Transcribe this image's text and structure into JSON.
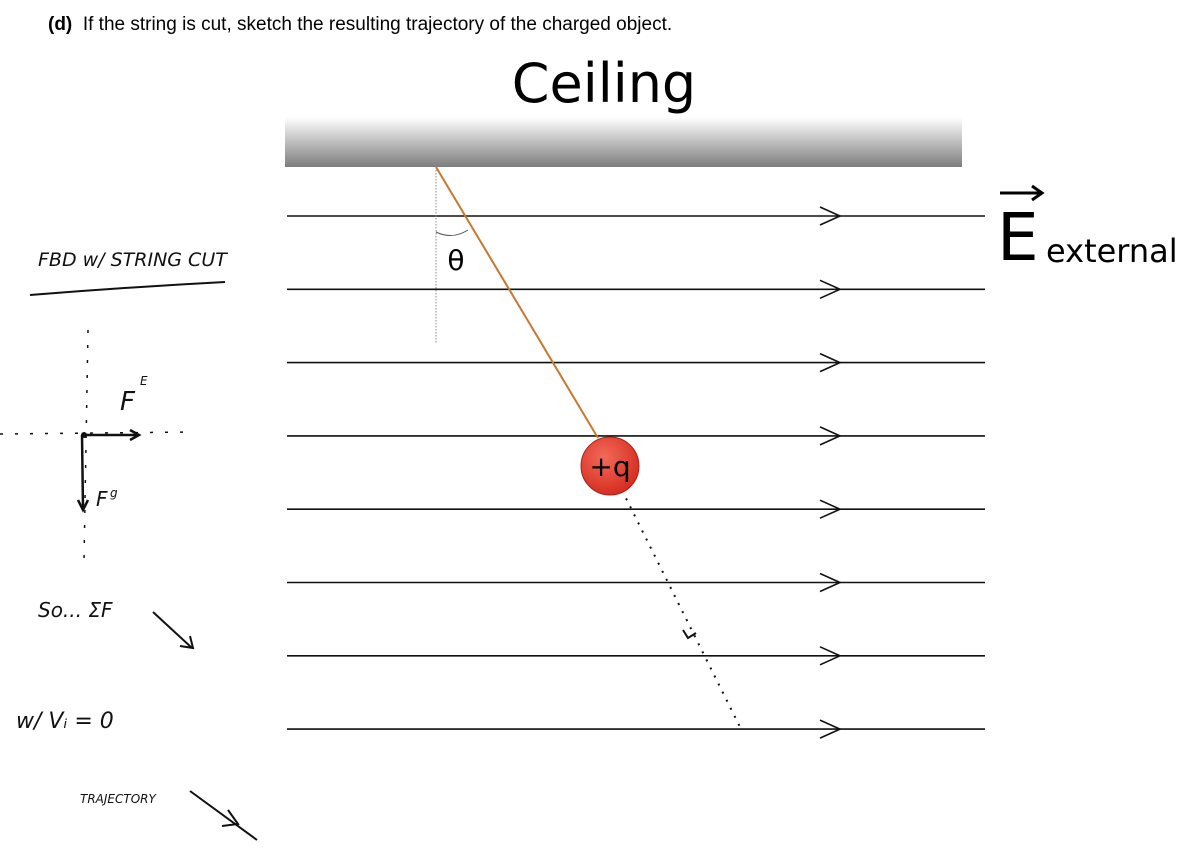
{
  "question": {
    "label": "(d)",
    "text": "If the string is cut, sketch the resulting trajectory of the charged object."
  },
  "diagram": {
    "ceiling_label": "Ceiling",
    "angle_label": "θ",
    "charge_label": "+q",
    "field_symbol": "E",
    "field_subscript": "external",
    "field_line_count": 8,
    "colors": {
      "string": "#c8782e",
      "charge": "#e03a2c",
      "ceiling": "#8a8a8a"
    }
  },
  "handwritten": {
    "title": "FBD w/ STRING CUT",
    "force_electric": "F",
    "force_electric_sup": "E",
    "force_gravity": "F",
    "force_gravity_sup": "g",
    "net_force": "So... ΣF",
    "initial_velocity": "w/ Vᵢ = 0",
    "trajectory": "TRAJECTORY"
  }
}
